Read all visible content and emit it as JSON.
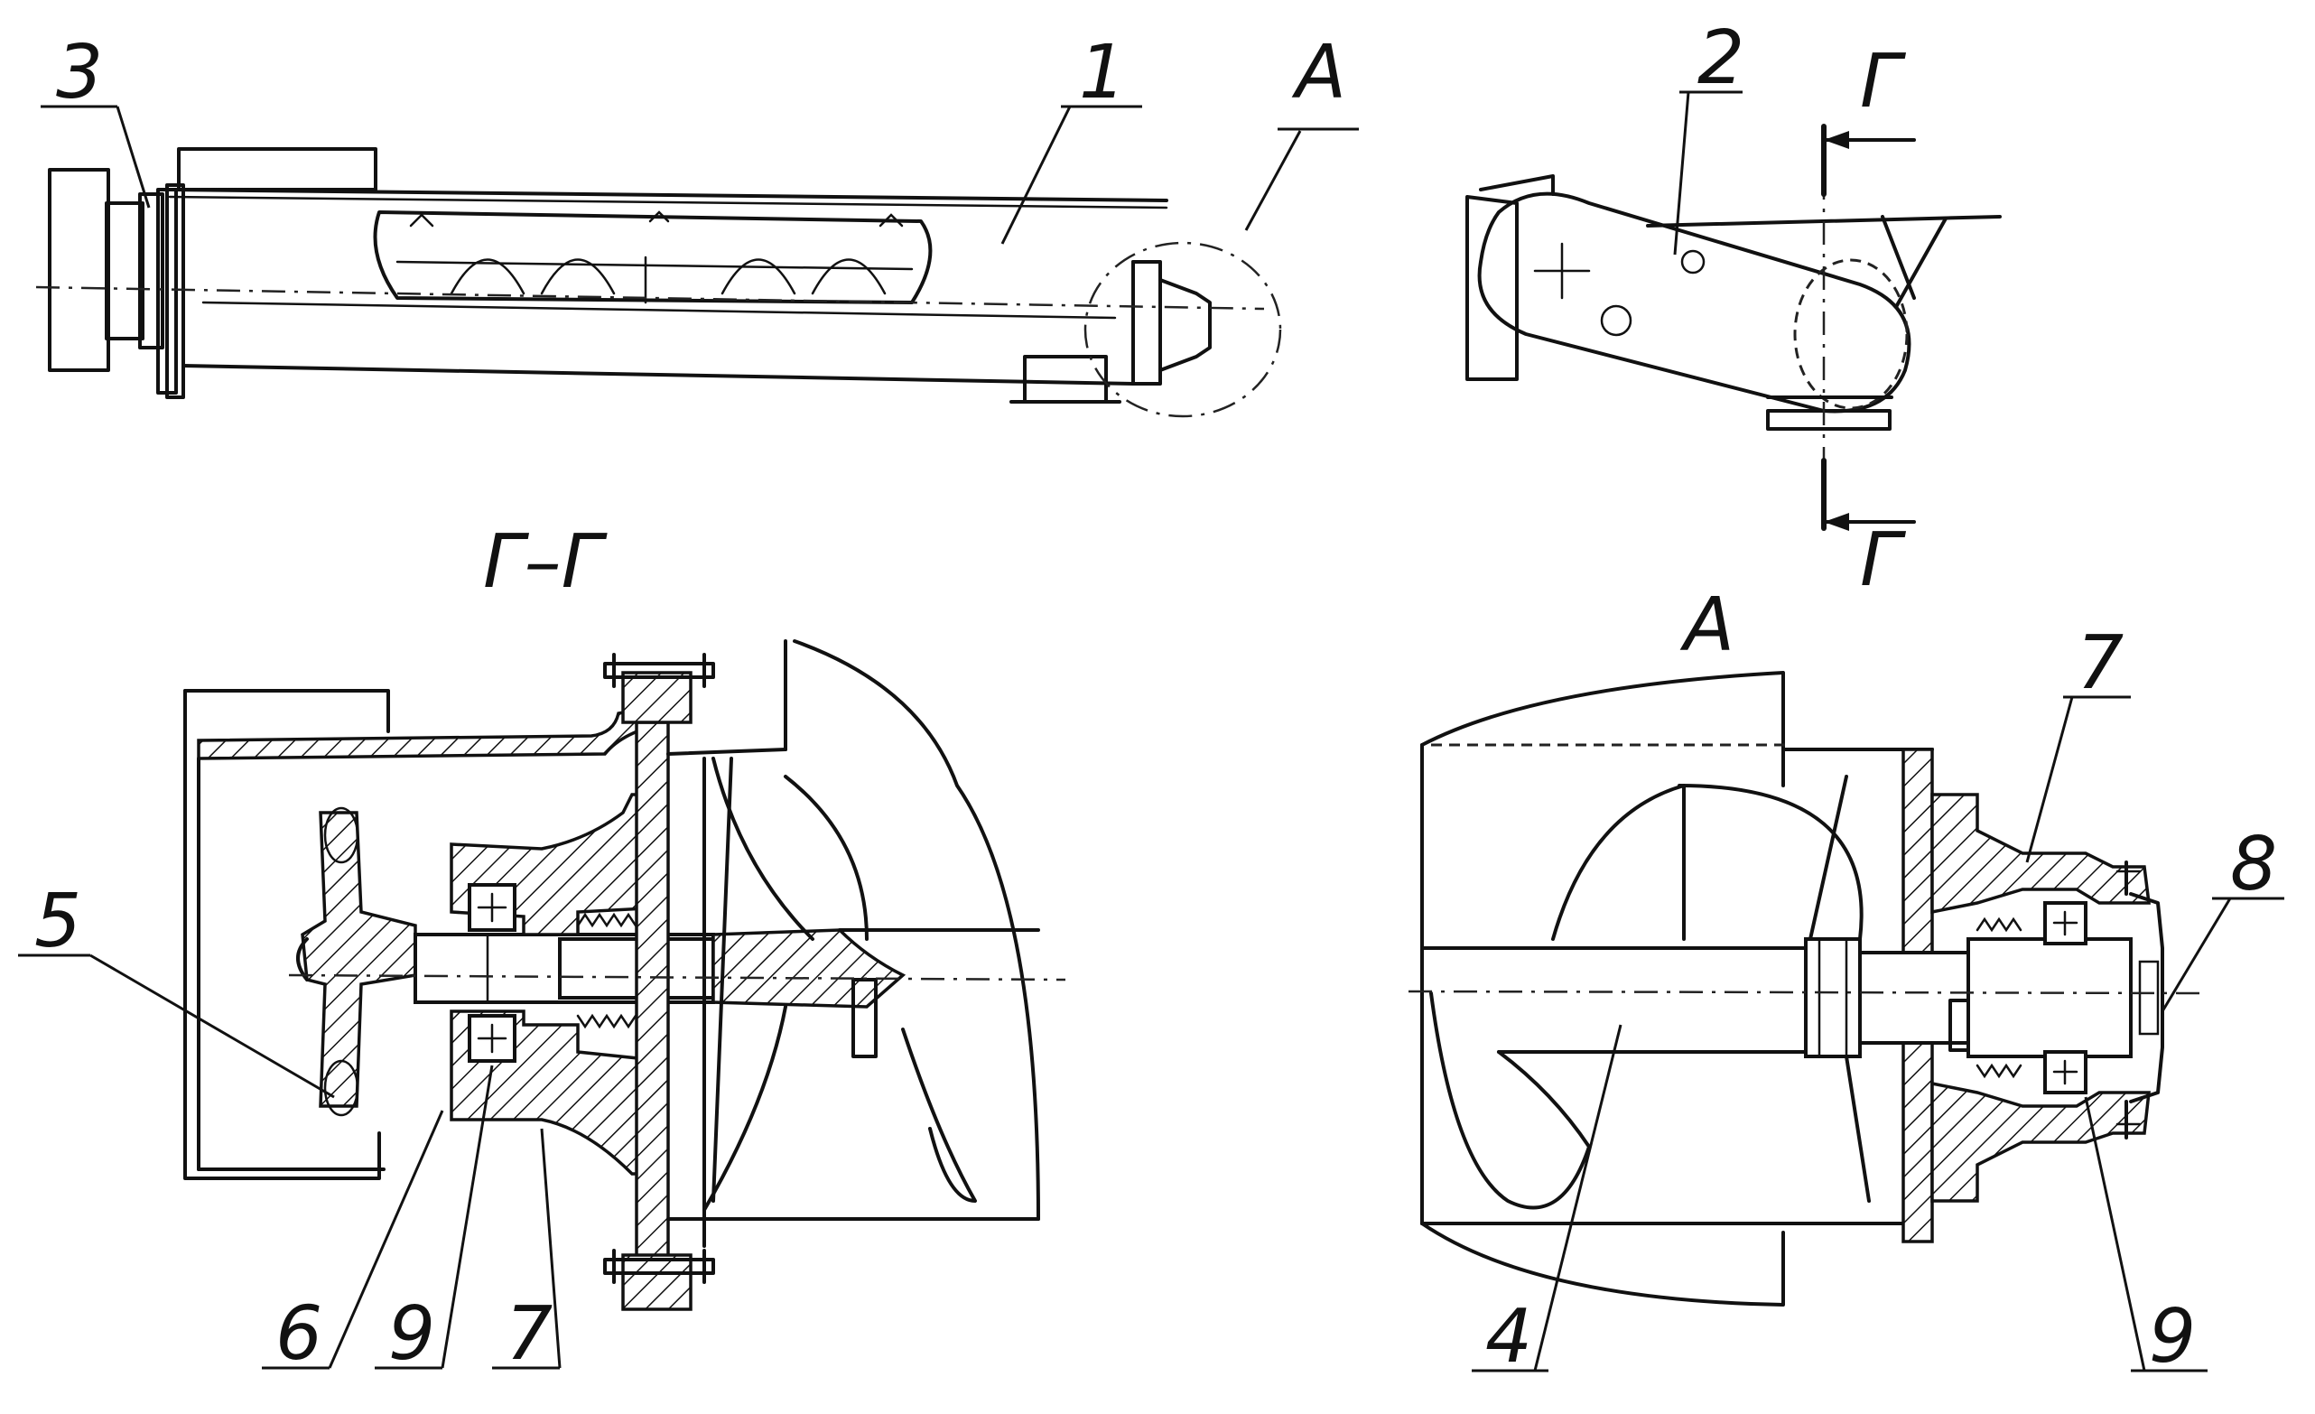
{
  "diagram": {
    "views": {
      "top_left": {
        "callouts": [
          "3",
          "1",
          "A"
        ]
      },
      "top_right": {
        "callouts": [
          "2"
        ],
        "section_marks": [
          "Г",
          "Г"
        ]
      },
      "section": {
        "title": "Г–Г",
        "callouts": [
          "5",
          "6",
          "9",
          "7"
        ]
      },
      "detail": {
        "title": "A",
        "callouts": [
          "7",
          "8",
          "4",
          "9"
        ]
      }
    }
  }
}
